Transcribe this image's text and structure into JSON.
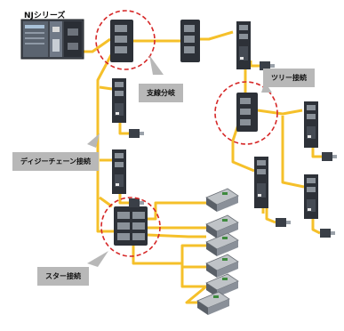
{
  "controller": {
    "label": "NJシリーズ"
  },
  "callouts": {
    "branch": "支線分岐",
    "tree": "ツリー接続",
    "daisy": "ディジーチェーン接続",
    "star": "スター接続"
  },
  "colors": {
    "cable": "#f5c02a",
    "device": "#2d3138",
    "port": "#8a9199",
    "highlight": "#d62828",
    "callout_bg": "#b8b8b8"
  }
}
